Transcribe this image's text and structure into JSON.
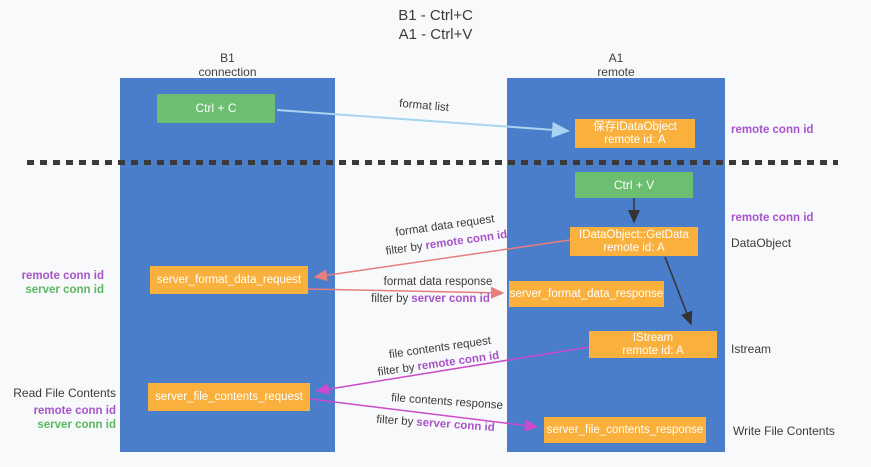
{
  "title": {
    "line1": "B1 - Ctrl+C",
    "line2": "A1 - Ctrl+V"
  },
  "lifelines": {
    "b1": {
      "name": "B1",
      "subtitle": "connection"
    },
    "a1": {
      "name": "A1",
      "subtitle": "remote"
    }
  },
  "boxes": {
    "ctrl_c": {
      "label": "Ctrl + C"
    },
    "ctrl_v": {
      "label": "Ctrl + V"
    },
    "save_dataobject": {
      "line1": "保存IDataObject",
      "line2": "remote id: A"
    },
    "getdata": {
      "line1": "IDataObject::GetData",
      "line2": "remote id: A"
    },
    "istream": {
      "line1": "IStream",
      "line2": "remote id: A"
    },
    "server_format_data_request": {
      "label": "server_format_data_request"
    },
    "server_format_data_response": {
      "label": "server_format_data_response"
    },
    "server_file_contents_request": {
      "label": "server_file_contents_request"
    },
    "server_file_contents_response": {
      "label": "server_file_contents_response"
    }
  },
  "arrow_labels": {
    "format_list": "format list",
    "format_data_request": "format data request",
    "format_data_response": "format data response",
    "file_contents_request": "file contents request",
    "file_contents_response": "file contents response",
    "filter_by": "filter by",
    "remote_conn_id": "remote conn id",
    "server_conn_id": "server conn id"
  },
  "side_labels": {
    "remote_conn_id": "remote conn id",
    "server_conn_id": "server conn id",
    "dataobject": "DataObject",
    "istream": "Istream",
    "read_file_contents": "Read File Contents",
    "write_file_contents": "Write File Contents"
  },
  "colors": {
    "background": "#f8f9fa",
    "lifeline_blue": "#4a7dca",
    "box_green": "#6cbf70",
    "box_orange": "#f9b03c",
    "arrow_light_blue": "#a9d3f2",
    "arrow_salmon": "#e87d7d",
    "arrow_magenta": "#cb4bcb",
    "arrow_black": "#333333",
    "text_purple": "#a854c9",
    "text_green": "#5cb763",
    "text_dark": "#3b3b3b"
  }
}
